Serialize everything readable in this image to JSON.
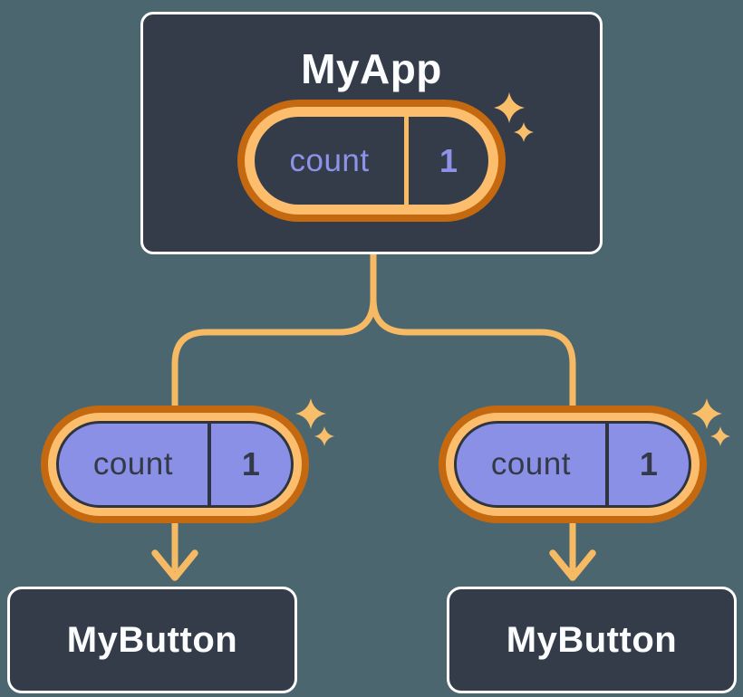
{
  "diagram": {
    "type": "react-component-tree",
    "root": {
      "title": "MyApp",
      "pill": {
        "kind": "state",
        "label": "count",
        "value": "1",
        "highlighted": true
      }
    },
    "children": [
      {
        "title": "MyButton",
        "pill": {
          "kind": "prop",
          "label": "count",
          "value": "1",
          "highlighted": true
        }
      },
      {
        "title": "MyButton",
        "pill": {
          "kind": "prop",
          "label": "count",
          "value": "1",
          "highlighted": true
        }
      }
    ]
  },
  "colors": {
    "background": "#4C6670",
    "node_fill": "#353C49",
    "node_border": "#FFFFFF",
    "node_text": "#FBFCFD",
    "pill_ring_outer": "#C4690F",
    "pill_ring_inner": "#FCBE6C",
    "pill_parent_core": "#353C49",
    "pill_parent_text": "#8C93E9",
    "pill_parent_divider": "#F8BA62",
    "pill_child_core": "#8A90E5",
    "pill_child_text": "#333947",
    "pill_child_outline": "#2F3540",
    "connector": "#F6BA64",
    "sparkle": "#F9BE6A"
  }
}
